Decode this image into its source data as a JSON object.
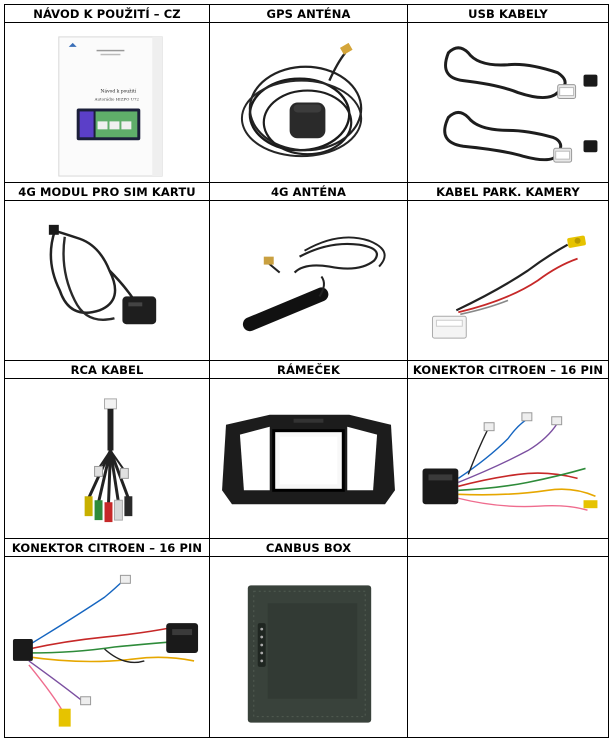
{
  "rows": [
    {
      "labels": [
        "NÁVOD K POUŽITÍ – CZ",
        "GPS ANTÉNA",
        "USB KABELY"
      ]
    },
    {
      "labels": [
        "4G MODUL PRO SIM KARTU",
        "4G ANTÉNA",
        "KABEL PARK. KAMERY"
      ]
    },
    {
      "labels": [
        "RCA KABEL",
        "RÁMEČEK",
        "KONEKTOR CITROEN – 16 PIN"
      ]
    },
    {
      "labels": [
        "KONEKTOR CITROEN – 16 PIN",
        "CANBUS BOX",
        ""
      ]
    }
  ],
  "manual": {
    "title": "Návod k použití",
    "subtitle": "Autorádio HIZPO U72"
  }
}
